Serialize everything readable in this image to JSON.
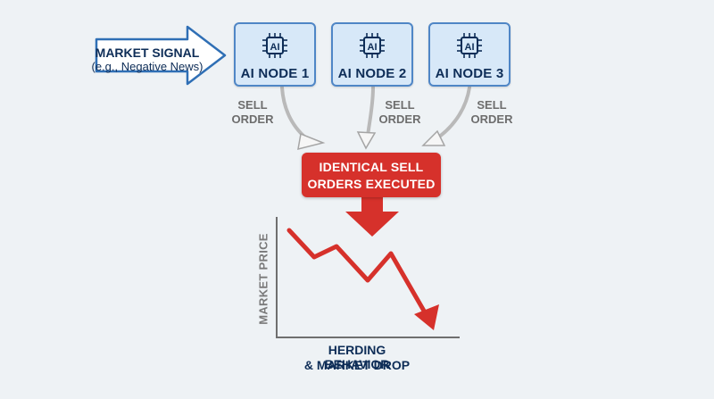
{
  "signal": {
    "title": "MARKET SIGNAL",
    "subtitle": "(e.g., Negative News)"
  },
  "nodes": [
    {
      "chip": "AI",
      "label": "AI NODE 1"
    },
    {
      "chip": "AI",
      "label": "AI NODE 2"
    },
    {
      "chip": "AI",
      "label": "AI NODE 3"
    }
  ],
  "sell_labels": [
    {
      "line1": "SELL",
      "line2": "ORDER"
    },
    {
      "line1": "SELL",
      "line2": "ORDER"
    },
    {
      "line1": "SELL",
      "line2": "ORDER"
    }
  ],
  "result": {
    "line1": "IDENTICAL SELL",
    "line2": "ORDERS EXECUTED"
  },
  "chart": {
    "ylabel": "MARKET PRICE",
    "caption1": "HERDING BEHAVIOR",
    "caption2": "& MARKET DROP"
  },
  "colors": {
    "node_fill": "#d7e8f8",
    "node_border": "#4f86c6",
    "navy": "#0e2d57",
    "red": "#d6312b",
    "gray_arrow": "#b9b9b9"
  }
}
